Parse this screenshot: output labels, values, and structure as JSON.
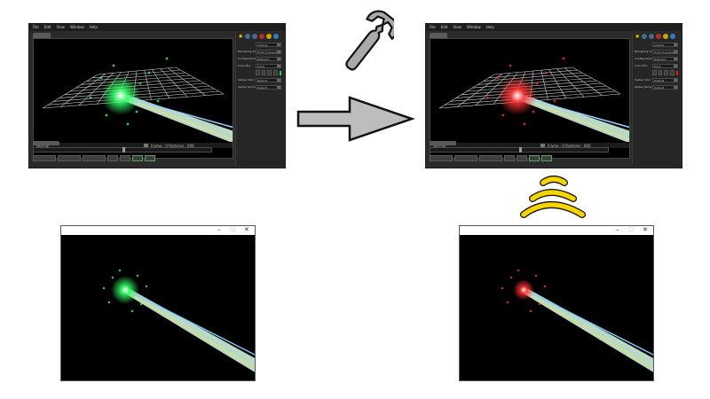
{
  "editors": [
    {
      "id": "before",
      "menu": [
        "File",
        "Edit",
        "View",
        "Window",
        "Help"
      ],
      "properties": [
        {
          "label": "Rendering Order",
          "value": "Front of queue"
        },
        {
          "label": "Configuration",
          "value": "Billboard"
        },
        {
          "label": "Color Mul.",
          "value": "Fixed"
        },
        {
          "label": "Vertex Color",
          "value": "Default"
        },
        {
          "label": "Vertex Factor",
          "value": "Default"
        }
      ],
      "panel_name": "particle",
      "color_swatch": "#22cc55",
      "footer_name": "Normal",
      "footer_info": "Frame : 0 Particles : 000",
      "effect_color": "#33ff66"
    },
    {
      "id": "after",
      "menu": [
        "File",
        "Edit",
        "View",
        "Window",
        "Help"
      ],
      "properties": [
        {
          "label": "Rendering Order",
          "value": "Front of queue"
        },
        {
          "label": "Configuration",
          "value": "Billboard"
        },
        {
          "label": "Color Mul.",
          "value": "Fixed"
        },
        {
          "label": "Vertex Color",
          "value": "Default"
        },
        {
          "label": "Vertex Factor",
          "value": "Default"
        }
      ],
      "panel_name": "particle",
      "color_swatch": "#dd2222",
      "footer_name": "Normal",
      "footer_info": "Frame : 0 Particles : 000",
      "effect_color": "#ff3333"
    }
  ],
  "previews": [
    {
      "id": "runtime-before",
      "title_buttons": [
        "–",
        "☐",
        "✕"
      ],
      "effect_color": "#33ff66"
    },
    {
      "id": "runtime-after",
      "title_buttons": [
        "–",
        "☐",
        "✕"
      ],
      "effect_color": "#ff3333"
    }
  ],
  "icons": {
    "arrow": "right-arrow-icon",
    "wrench": "wrench-icon",
    "signal": "signal-waves-icon"
  },
  "colors": {
    "arrow_fill": "#bdbdbd",
    "wrench_fill": "#a9a9a9",
    "waves_fill": "#f5d400",
    "beam": "#d9ffe8"
  }
}
